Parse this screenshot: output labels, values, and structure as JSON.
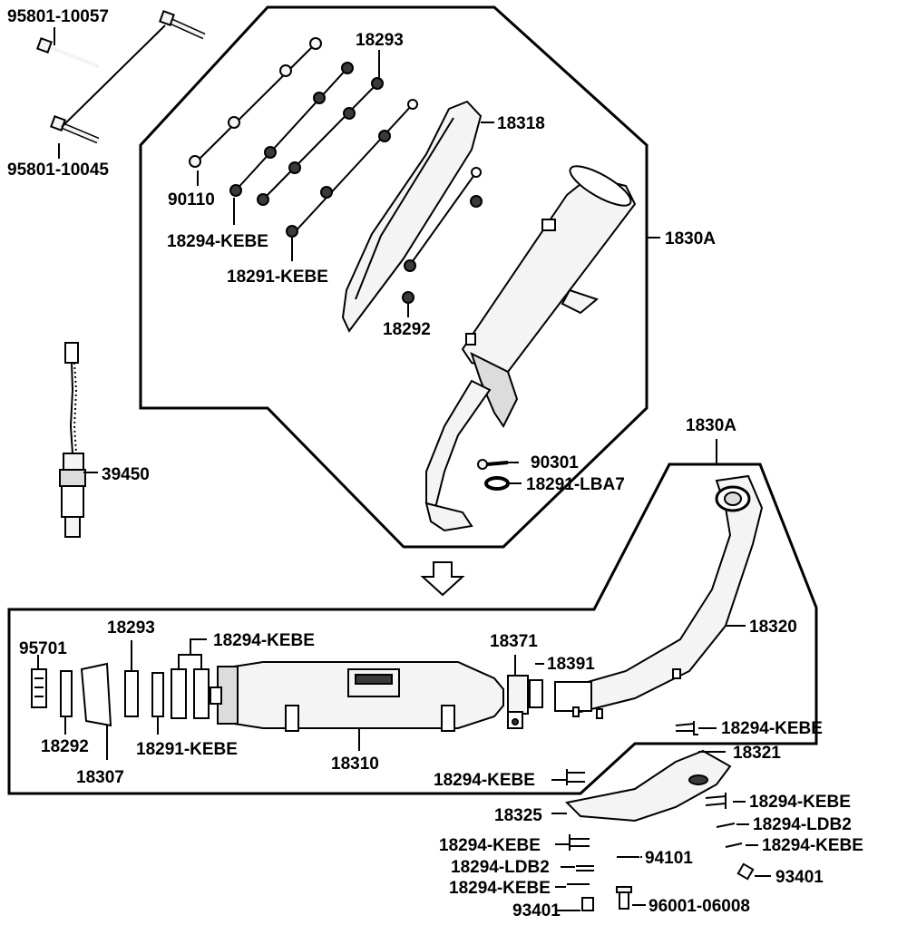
{
  "labels": {
    "bolt_long_a": "95801-10057",
    "bolt_long_b": "95801-10045",
    "gasket_top": "18293",
    "heat_shield_top": "18318",
    "stud": "90110",
    "tip_a_top": "18294-KEBE",
    "tip_b_top": "18291-KEBE",
    "assy_top": "1830A",
    "gasket_small_top": "18292",
    "o2_sensor": "39450",
    "bolt_flange": "90301",
    "gasket_flange": "18291-LBA7",
    "assy_mid": "1830A",
    "pipe": "18320",
    "clamp": "18371",
    "gasket_clamp": "18391",
    "cap": "95701",
    "gasket_mid": "18293",
    "tip_mid": "18294-KEBE",
    "gasket_small_mid": "18292",
    "tip_b_mid": "18291-KEBE",
    "baffle": "18307",
    "muffler": "18310",
    "r_kebe_1": "18294-KEBE",
    "r_shield": "18321",
    "r_kebe_2": "18294-KEBE",
    "r_kebe_3": "18294-KEBE",
    "r_shield_2": "18325",
    "r_ldb2_1": "18294-LDB2",
    "r_kebe_4": "18294-KEBE",
    "r_ldb2_2": "18294-LDB2",
    "r_kebe_5": "18294-KEBE",
    "r_kebe_6": "18294-KEBE",
    "r_bolt_a": "94101",
    "r_nut_a": "93401",
    "r_nut_b": "93401",
    "r_screw": "96001-06008"
  }
}
